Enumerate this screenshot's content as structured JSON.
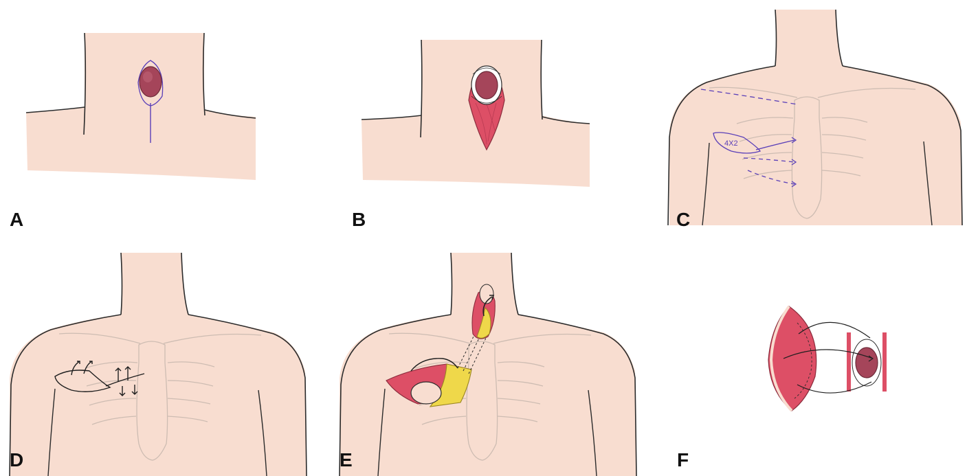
{
  "figure": {
    "panels": [
      {
        "label": "A"
      },
      {
        "label": "B"
      },
      {
        "label": "C",
        "annotation": "4X2"
      },
      {
        "label": "D"
      },
      {
        "label": "E"
      },
      {
        "label": "F"
      }
    ],
    "colors": {
      "skin": "#f8ddd0",
      "outline": "#2b2b2b",
      "bone": "#cdbcb2",
      "marker": "#5a3fb8",
      "wound": "#a5455a",
      "flap_red": "#dd4f66",
      "fat_yellow": "#efd84a"
    }
  }
}
